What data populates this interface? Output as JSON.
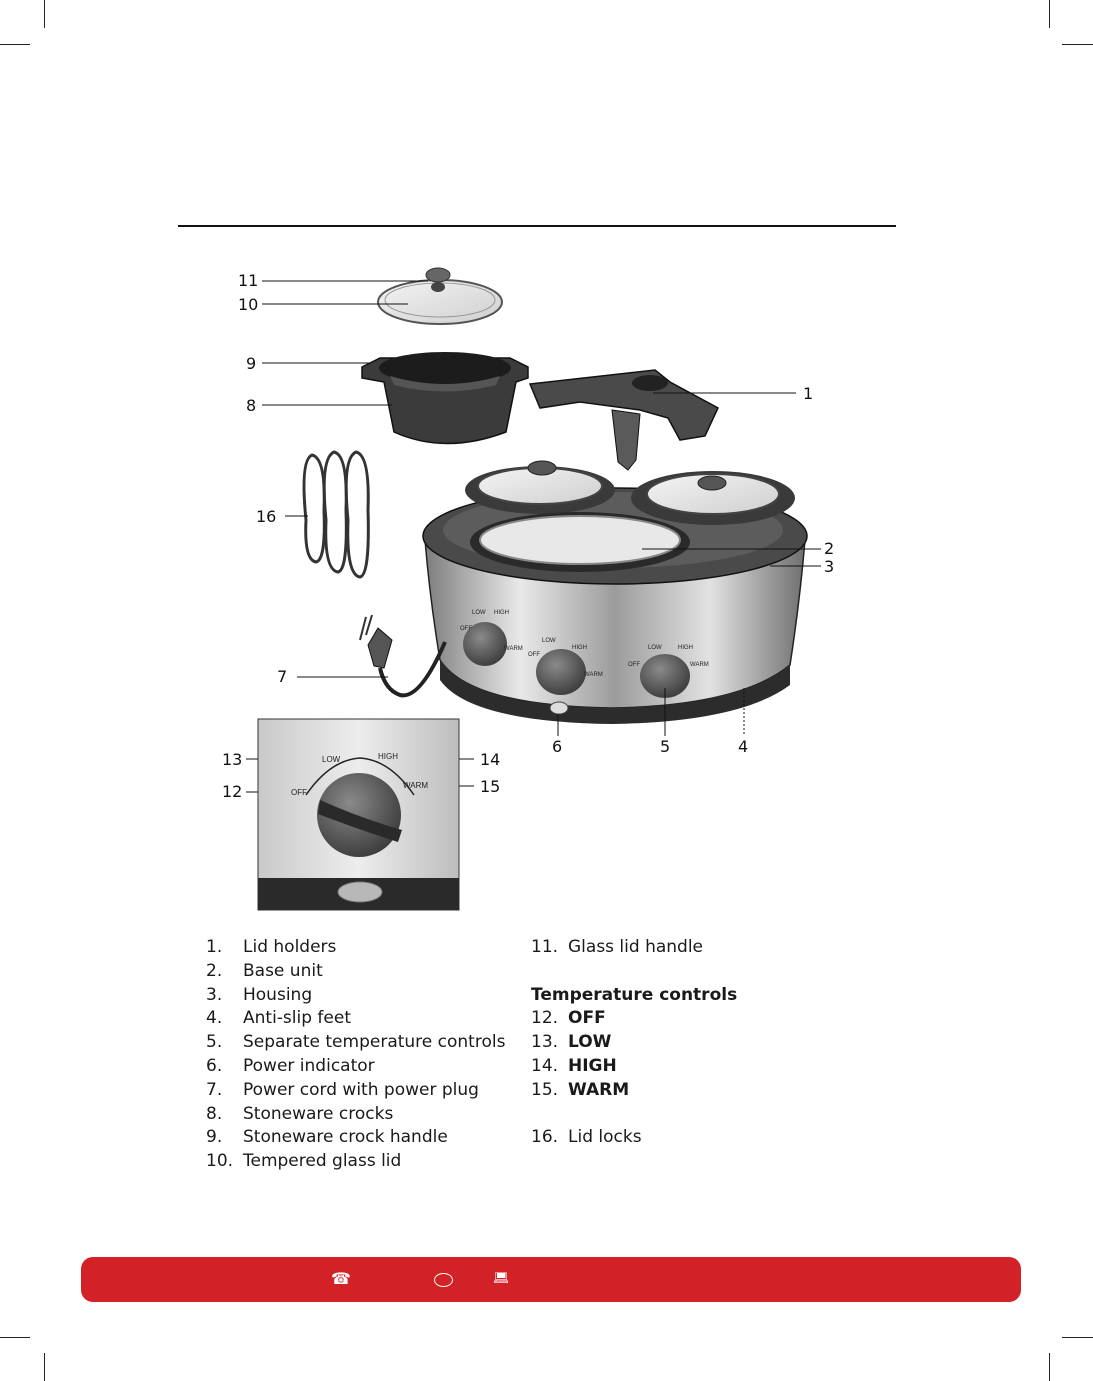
{
  "diagram": {
    "callouts": [
      "1",
      "2",
      "3",
      "4",
      "5",
      "6",
      "7",
      "8",
      "9",
      "10",
      "11",
      "12",
      "13",
      "14",
      "15",
      "16"
    ],
    "dial_labels": {
      "off": "OFF",
      "low": "LOW",
      "high": "HIGH",
      "warm": "WARM"
    }
  },
  "parts_list": [
    {
      "num": "1.",
      "label": "Lid holders"
    },
    {
      "num": "2.",
      "label": "Base unit"
    },
    {
      "num": "3.",
      "label": "Housing"
    },
    {
      "num": "4.",
      "label": "Anti-slip feet"
    },
    {
      "num": "5.",
      "label": "Separate temperature controls"
    },
    {
      "num": "6.",
      "label": "Power indicator"
    },
    {
      "num": "7.",
      "label": "Power cord with power plug"
    },
    {
      "num": "8.",
      "label": "Stoneware crocks"
    },
    {
      "num": "9.",
      "label": "Stoneware crock handle"
    },
    {
      "num": "10.",
      "label": "Tempered glass lid"
    }
  ],
  "parts_list_right": {
    "item11": {
      "num": "11.",
      "label": "Glass lid handle"
    },
    "temperature_heading": "Temperature controls",
    "temperature_items": [
      {
        "num": "12.",
        "label": "OFF"
      },
      {
        "num": "13.",
        "label": "LOW"
      },
      {
        "num": "14.",
        "label": "HIGH"
      },
      {
        "num": "15.",
        "label": "WARM"
      }
    ],
    "item16": {
      "num": "16.",
      "label": "Lid locks"
    }
  },
  "footer": {
    "icons": [
      "phone-icon",
      "laptop-icon"
    ],
    "color": "#d32128"
  }
}
